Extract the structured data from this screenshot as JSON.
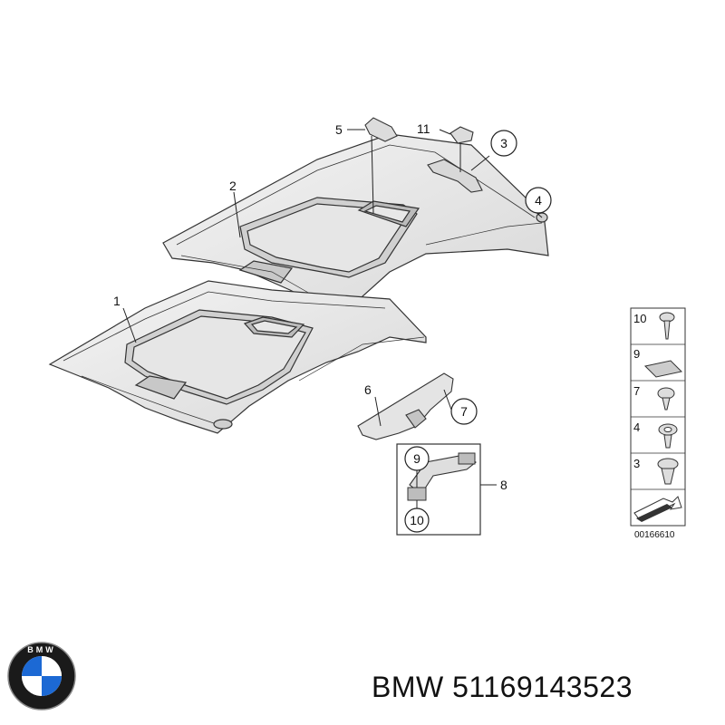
{
  "diagram": {
    "callouts": [
      {
        "id": "1",
        "circled": false
      },
      {
        "id": "2",
        "circled": false
      },
      {
        "id": "3",
        "circled": true
      },
      {
        "id": "4",
        "circled": true
      },
      {
        "id": "5",
        "circled": false
      },
      {
        "id": "6",
        "circled": false
      },
      {
        "id": "7",
        "circled": true
      },
      {
        "id": "8",
        "circled": false
      },
      {
        "id": "9",
        "circled": true
      },
      {
        "id": "10",
        "circled": true
      },
      {
        "id": "11",
        "circled": false
      }
    ],
    "side_panel": [
      "10",
      "9",
      "7",
      "4",
      "3"
    ],
    "drawing_code": "00166610"
  },
  "logo": {
    "text": "BMW",
    "colors": {
      "blue": "#1c69d4",
      "ring": "#1a1a1a",
      "white": "#ffffff"
    }
  },
  "caption": {
    "brand": "BMW",
    "part_number": "51169143523"
  }
}
